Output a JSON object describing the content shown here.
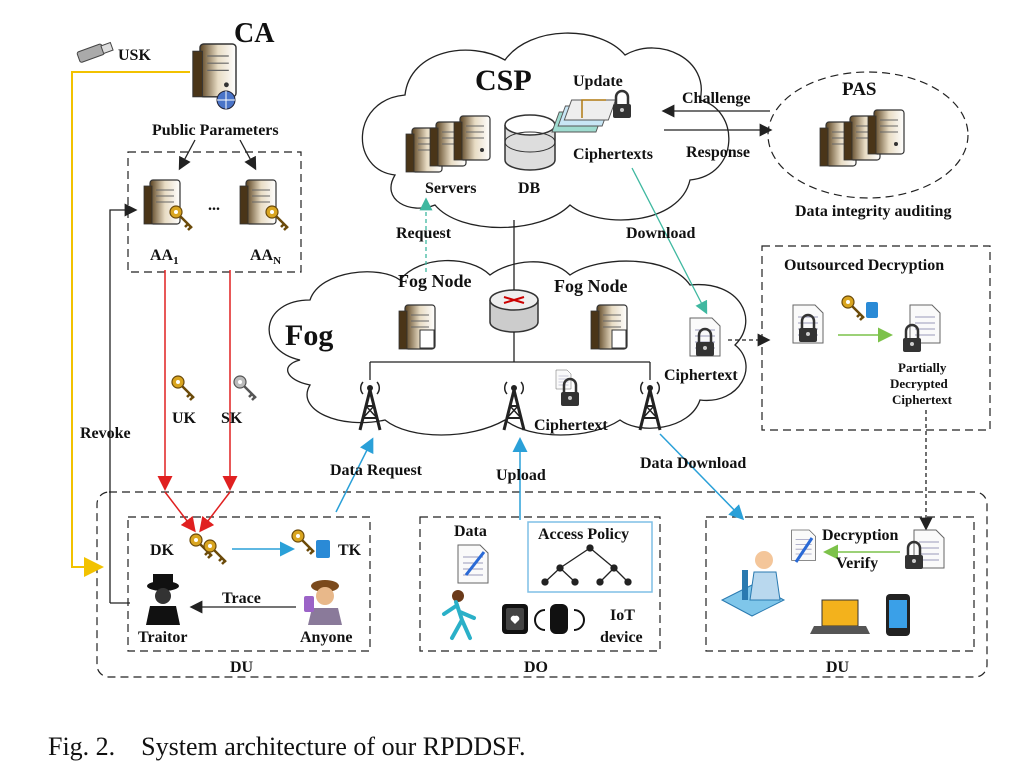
{
  "nodes": {
    "ca": "CA",
    "usk": "USK",
    "public_parameters": "Public Parameters",
    "aa1": "AA",
    "aa1_sub": "1",
    "aan": "AA",
    "aan_sub": "N",
    "ellipsis": "...",
    "csp": "CSP",
    "update": "Update",
    "servers": "Servers",
    "db": "DB",
    "ciphertexts": "Ciphertexts",
    "challenge": "Challenge",
    "response": "Response",
    "pas": "PAS",
    "data_integrity": "Data integrity auditing",
    "request": "Request",
    "download": "Download",
    "fog": "Fog",
    "fog_node_left": "Fog Node",
    "fog_node_right": "Fog Node",
    "ciphertext_fog": "Ciphertext",
    "ciphertext_tower": "Ciphertext",
    "outsourced_decryption": "Outsourced Decryption",
    "partially_decrypted_1": "Partially",
    "partially_decrypted_2": "Decrypted",
    "partially_decrypted_3": "Ciphertext",
    "revoke": "Revoke",
    "uk": "UK",
    "sk": "SK",
    "data_request": "Data Request",
    "upload": "Upload",
    "data_download": "Data Download",
    "dk": "DK",
    "tk": "TK",
    "trace": "Trace",
    "traitor": "Traitor",
    "anyone": "Anyone",
    "data": "Data",
    "access_policy": "Access Policy",
    "iot_device_1": "IoT",
    "iot_device_2": "device",
    "decryption": "Decryption",
    "verify": "Verify",
    "du_left": "DU",
    "do": "DO",
    "du_right": "DU"
  },
  "caption": "Fig. 2.    System architecture of our RPDDSF.",
  "colors": {
    "revoke_line": "#f2c200",
    "key_line": "#e02020",
    "data_line": "#2aa0d8",
    "csp_line": "#3fb8a0",
    "green_arrow": "#7cc24a"
  }
}
